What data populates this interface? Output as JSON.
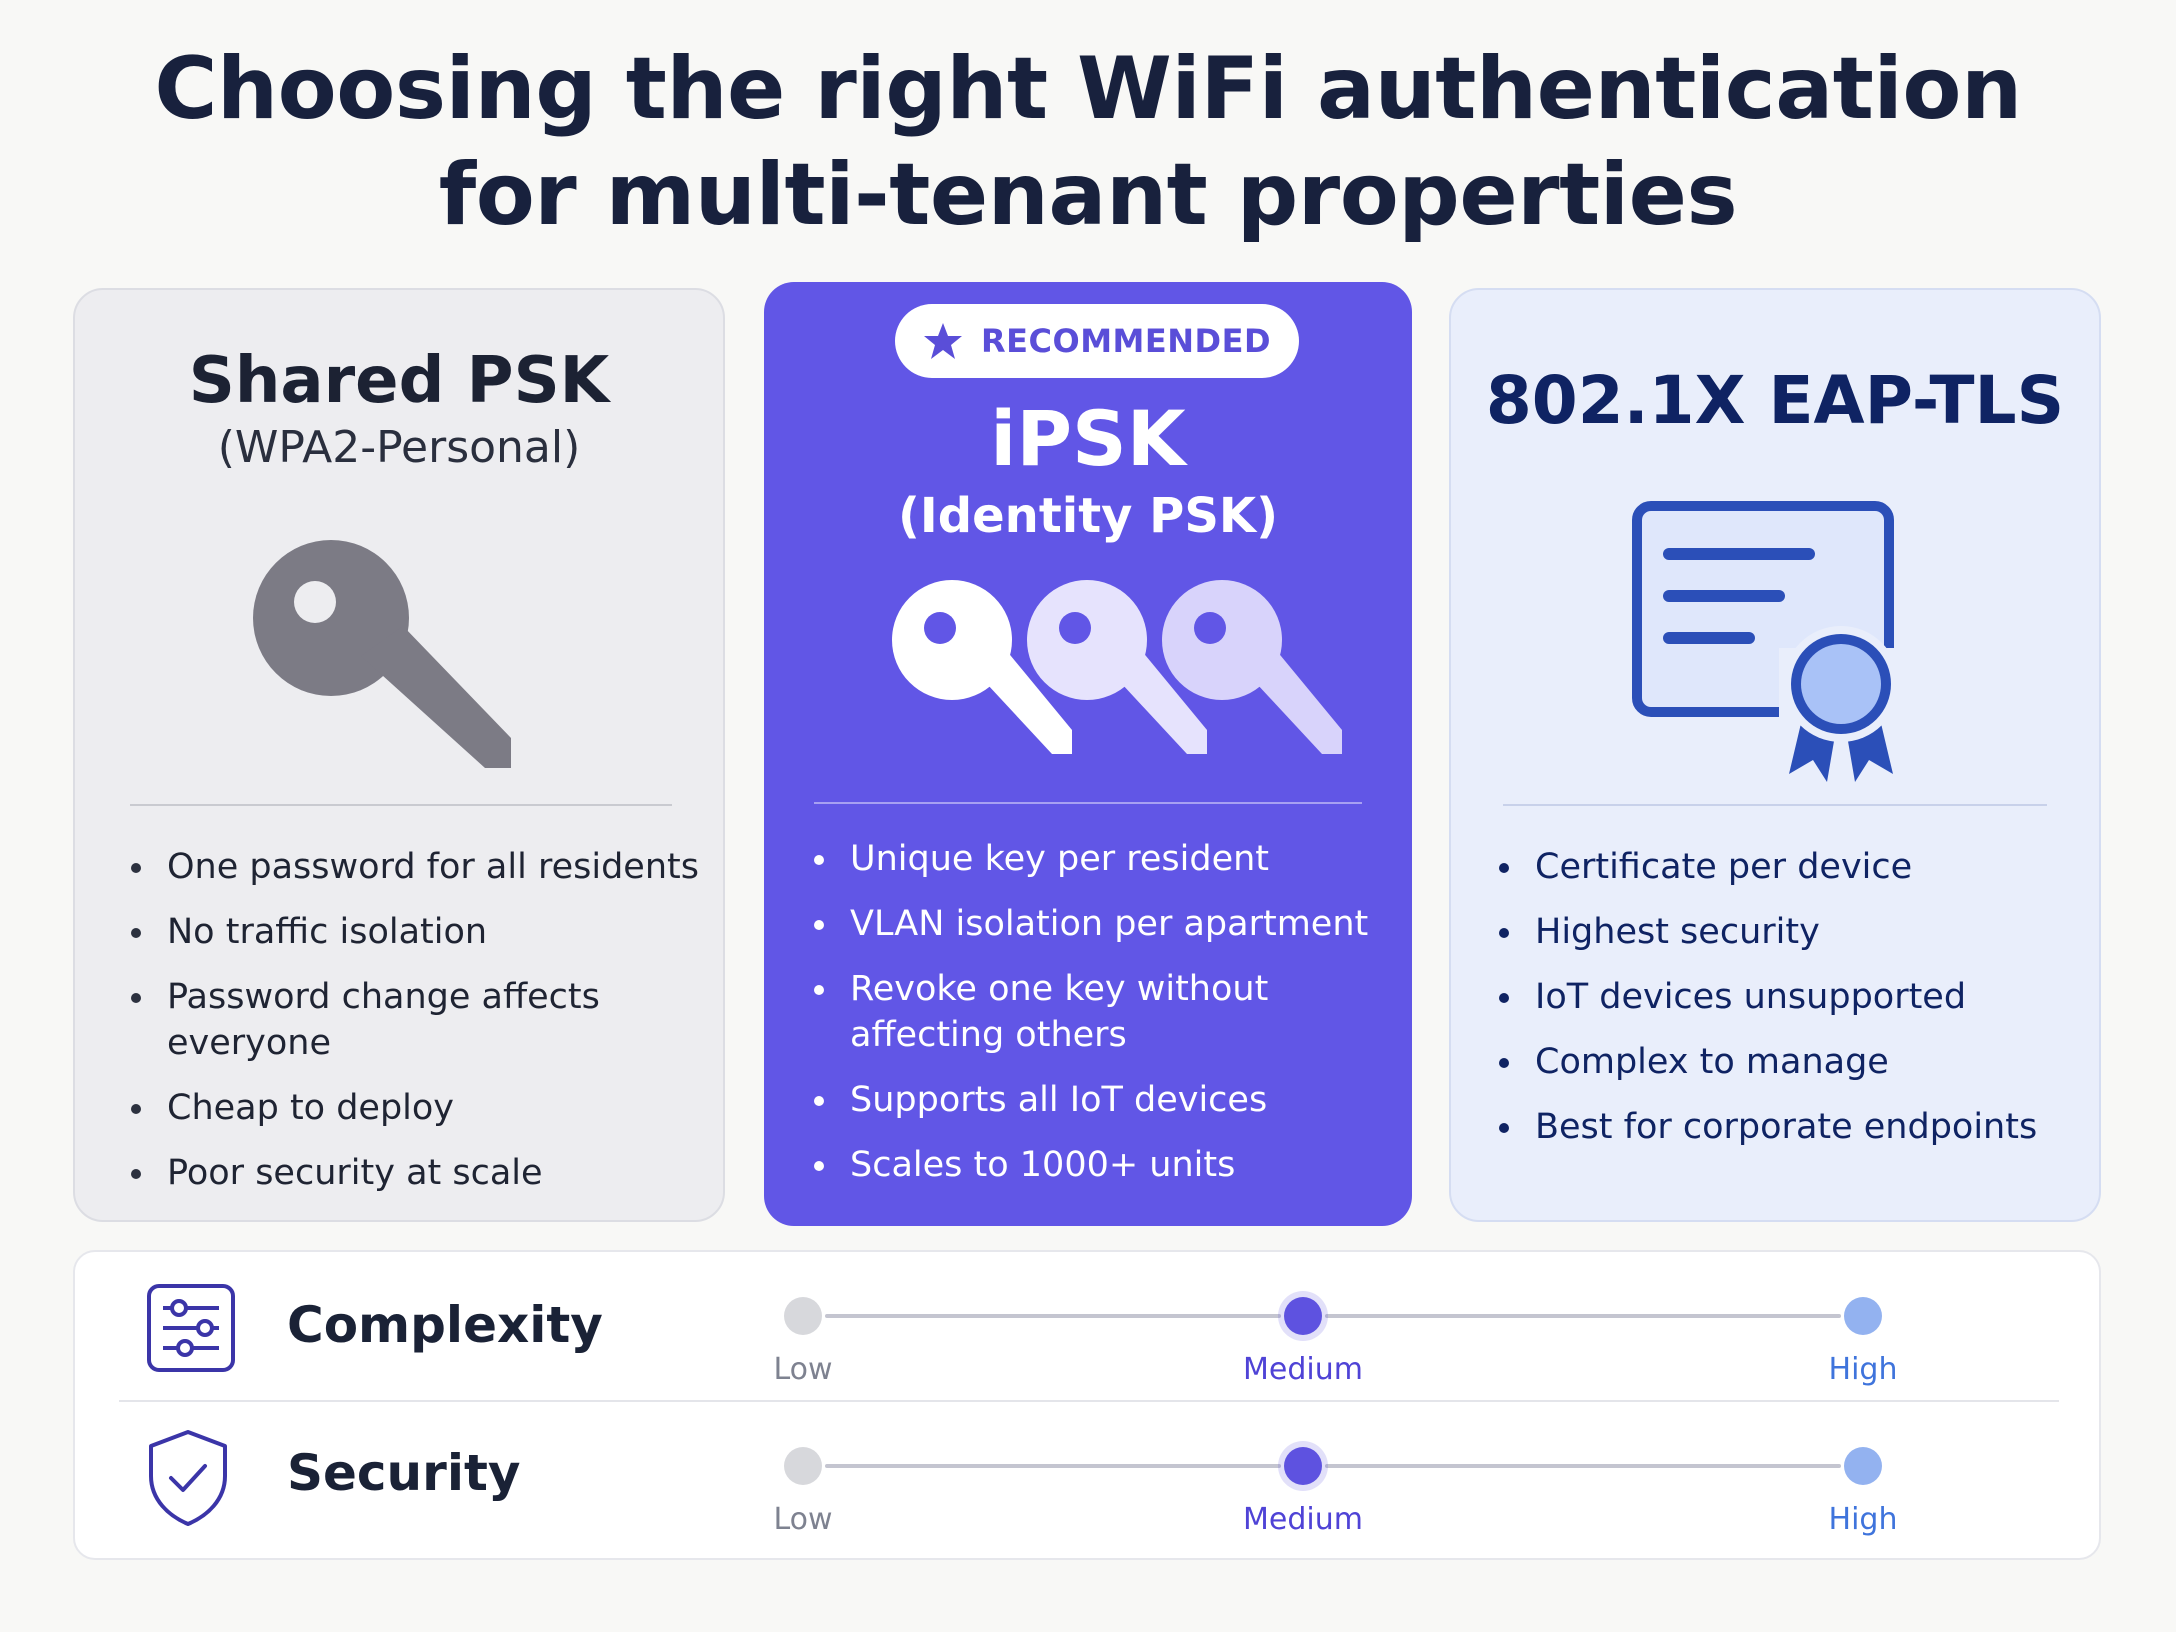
{
  "title": {
    "line1": "Choosing the right WiFi authentication",
    "line2": "for multi-tenant properties"
  },
  "cards": [
    {
      "id": "shared-psk",
      "title": "Shared PSK",
      "subtitle": "(WPA2-Personal)",
      "icon": "single-key-icon",
      "color": "#7c7b85",
      "bullets": [
        "One password for all residents",
        "No traffic isolation",
        "Password change affects everyone",
        "Cheap to deploy",
        "Poor security at scale"
      ]
    },
    {
      "id": "ipsk",
      "badge": "RECOMMENDED",
      "title": "iPSK",
      "subtitle": "(Identity PSK)",
      "icon": "multiple-keys-icon",
      "color": "#6156e6",
      "bullets": [
        "Unique key per resident",
        "VLAN isolation per apartment",
        "Revoke one key without affecting others",
        "Supports all IoT devices",
        "Scales to 1000+ units"
      ]
    },
    {
      "id": "eap-tls",
      "title": "802.1X EAP-TLS",
      "icon": "certificate-icon",
      "color": "#2b4fb8",
      "bullets": [
        "Certificate per device",
        "Highest security",
        "IoT devices unsupported",
        "Complex to manage",
        "Best for corporate endpoints"
      ]
    }
  ],
  "comparison": [
    {
      "label": "Complexity",
      "icon": "sliders-icon",
      "levels": [
        "Low",
        "Medium",
        "High"
      ],
      "highlighted": "Medium"
    },
    {
      "label": "Security",
      "icon": "shield-check-icon",
      "levels": [
        "Low",
        "Medium",
        "High"
      ],
      "highlighted": "Medium"
    }
  ]
}
